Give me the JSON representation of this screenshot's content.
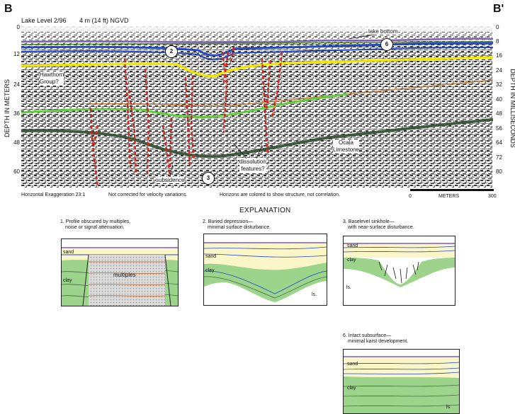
{
  "corner_left": "B",
  "corner_right": "B'",
  "header": {
    "lake_level": "Lake Level 2/96",
    "datum": "4 m (14 ft) NGVD"
  },
  "axes": {
    "left_label": "DEPTH IN METERS",
    "right_label": "DEPTH IN MILLISECONDS",
    "left_ticks": [
      "0",
      "12",
      "24",
      "36",
      "48",
      "60"
    ],
    "right_ticks": [
      "0",
      "8",
      "16",
      "24",
      "32",
      "40",
      "48",
      "56",
      "64",
      "72",
      "80"
    ]
  },
  "annotations": {
    "lake_bottom": "lake bottom",
    "hawthorn_1": "Hawthorn",
    "hawthorn_2": "Group?",
    "ocala_1": "Ocala",
    "ocala_2": "Limestone",
    "subsidence": "subsidence",
    "dissolution_1": "dissolution",
    "dissolution_2": "features?",
    "num2": "2",
    "num3": "3",
    "num6": "6"
  },
  "notes": {
    "exaggeration": "Horizontal Exaggeration 23:1",
    "velocity": "Not corrected for velocity variations.",
    "horizons": "Horizons are colored to show structure, not correlation."
  },
  "scale": {
    "start": "0",
    "label": "METERS",
    "end": "300"
  },
  "explanation": {
    "title": "EXPLANATION",
    "p1": {
      "line1": "1. Profile obscured by multiples,",
      "line2": "noise or signal attenuation.",
      "sand": "sand",
      "clay": "clay",
      "multiples": "multiples"
    },
    "p2": {
      "line1": "2. Buried depression—",
      "line2": "minimal surface disturbance.",
      "sand": "sand",
      "clay": "clay",
      "ls": "ls."
    },
    "p3": {
      "line1": "3. Baselevel sinkhole—",
      "line2": "with near-surface disturbance.",
      "sand": "sand",
      "clay": "clay",
      "ls": "ls."
    },
    "p6": {
      "line1": "6. Intact subsurface—",
      "line2": "minimal karst development.",
      "sand": "sand",
      "clay": "clay",
      "ls": "ls."
    }
  },
  "colors": {
    "water": "#7e5fb0",
    "blue_horizon": "#2348c8",
    "yellow_horizon": "#f2e600",
    "green_horizon": "#5fcf3a",
    "orange_horizon": "#d07a3a",
    "dark_horizon": "#3e5a3e",
    "faults": "#e0201a",
    "sand_fill": "#fbf6c8",
    "clay_fill": "#9bd48a"
  }
}
